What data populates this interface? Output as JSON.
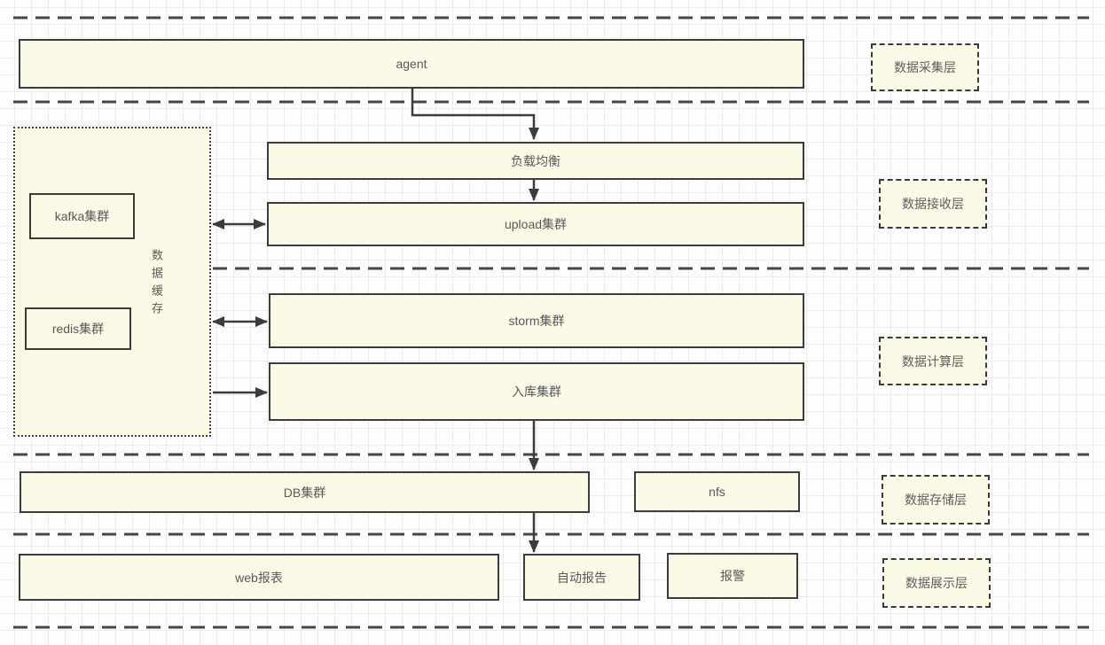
{
  "canvas": {
    "background": "#fdfdfd",
    "grid_color": "#ececec"
  },
  "colors": {
    "node_fill": "#fafae6",
    "node_border": "#3c3c3c",
    "connector": "#3c3c3c",
    "separator": "#464646",
    "text": "#595959"
  },
  "nodes": {
    "agent": {
      "label": "agent"
    },
    "load_balancer": {
      "label": "负载均衡"
    },
    "upload_cluster": {
      "label": "upload集群"
    },
    "storm_cluster": {
      "label": "storm集群"
    },
    "ingest_cluster": {
      "label": "入库集群"
    },
    "db_cluster": {
      "label": "DB集群"
    },
    "nfs": {
      "label": "nfs"
    },
    "web_report": {
      "label": "web报表"
    },
    "auto_report": {
      "label": "自动报告"
    },
    "alarm": {
      "label": "报警"
    },
    "kafka_cluster": {
      "label": "kafka集群"
    },
    "redis_cluster": {
      "label": "redis集群"
    },
    "data_cache": {
      "label": "数据缓存"
    }
  },
  "layer_labels": [
    {
      "label": "数据采集层"
    },
    {
      "label": "数据接收层"
    },
    {
      "label": "数据计算层"
    },
    {
      "label": "数据存储层"
    },
    {
      "label": "数据展示层"
    }
  ],
  "edges": [
    {
      "from": "agent",
      "to": "load_balancer",
      "type": "arrow"
    },
    {
      "from": "load_balancer",
      "to": "upload_cluster",
      "type": "arrow"
    },
    {
      "from": "data_cache",
      "to": "upload_cluster",
      "type": "double-arrow"
    },
    {
      "from": "data_cache",
      "to": "storm_cluster",
      "type": "double-arrow"
    },
    {
      "from": "data_cache",
      "to": "ingest_cluster",
      "type": "arrow"
    },
    {
      "from": "ingest_cluster",
      "to": "db_cluster",
      "type": "arrow"
    },
    {
      "from": "db_cluster",
      "to": "auto_report",
      "type": "arrow"
    }
  ]
}
